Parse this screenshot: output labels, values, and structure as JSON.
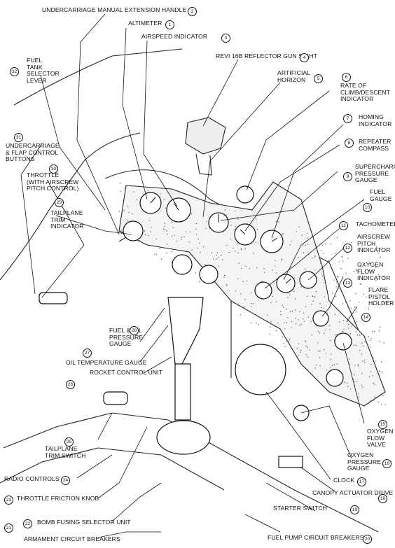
{
  "callouts": [
    {
      "n": "1",
      "text": "ALTIMETER"
    },
    {
      "n": "2",
      "text": "UNDERCARRIAGE MANUAL EXTENSION HANDLE"
    },
    {
      "n": "3",
      "text": "AIRSPEED INDICATOR"
    },
    {
      "n": "4",
      "text": "REVI 16B REFLECTOR GUN SIGHT"
    },
    {
      "n": "5",
      "text": "ARTIFICIAL\nHORIZON"
    },
    {
      "n": "6",
      "text": "RATE OF\nCLIMB/DESCENT\nINDICATOR"
    },
    {
      "n": "7",
      "text": "HOMING\nINDICATOR"
    },
    {
      "n": "8",
      "text": "REPEATER\nCOMPASS"
    },
    {
      "n": "9",
      "text": "SUPERCHARGER\nPRESSURE\nGAUGE"
    },
    {
      "n": "10",
      "text": "FUEL\nGAUGE"
    },
    {
      "n": "11",
      "text": "TACHOMETER"
    },
    {
      "n": "12",
      "text": "AIRSCREW\nPITCH\nINDICATOR"
    },
    {
      "n": "13",
      "text": "OXYGEN\nFLOW\nINDICATOR"
    },
    {
      "n": "14",
      "text": "FLARE\nPISTOL\nHOLDER"
    },
    {
      "n": "15",
      "text": "OXYGEN\nFLOW\nVALVE"
    },
    {
      "n": "16",
      "text": "OXYGEN\nPRESSURE\nGAUGE"
    },
    {
      "n": "17",
      "text": "CLOCK"
    },
    {
      "n": "18",
      "text": "CANOPY ACTUATOR DRIVE"
    },
    {
      "n": "19",
      "text": "STARTER SWITCH"
    },
    {
      "n": "20",
      "text": "FUEL PUMP CIRCUIT BREAKERS"
    },
    {
      "n": "21",
      "text": "ARMAMENT CIRCUIT BREAKERS"
    },
    {
      "n": "22",
      "text": "BOMB FUSING SELECTOR UNIT"
    },
    {
      "n": "23",
      "text": "THROTTLE FRICTION KNOB"
    },
    {
      "n": "24",
      "text": "RADIO CONTROLS"
    },
    {
      "n": "25",
      "text": "TAILPLANE\nTRIM SWITCH"
    },
    {
      "n": "26",
      "text": "ROCKET CONTROL UNIT"
    },
    {
      "n": "27",
      "text": "OIL TEMPERATURE GAUGE"
    },
    {
      "n": "28",
      "text": "FUEL & OIL\nPRESSURE\nGAUGE"
    },
    {
      "n": "29",
      "text": "TAILPLANE\nTRIM\nINDICATOR"
    },
    {
      "n": "30",
      "text": "THROTTLE\n(WITH AIRSCREW\nPITCH CONTROL)"
    },
    {
      "n": "31",
      "text": "UNDERCARRIAGE\n& FLAP CONTROL\nBUTTONS"
    },
    {
      "n": "32",
      "text": "FUEL\nTANK\nSELECTOR\nLEVER"
    }
  ]
}
